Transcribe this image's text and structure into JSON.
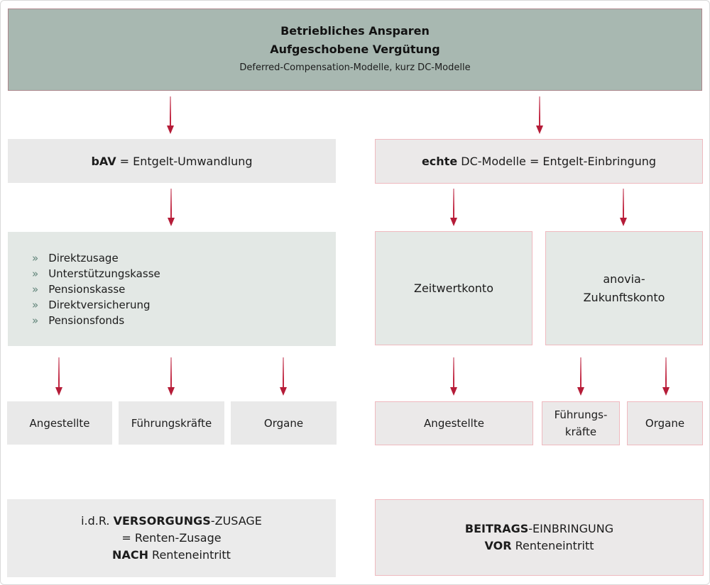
{
  "header": {
    "title_line1": "Betriebliches Ansparen",
    "title_line2": "Aufgeschobene Vergütung",
    "subtitle": "Deferred-Compensation-Modelle, kurz DC-Modelle"
  },
  "left_column": {
    "model_box": {
      "bold": "bAV",
      "rest": " = Entgelt-Umwandlung"
    },
    "products": {
      "bullet": "»",
      "items": [
        "Direktzusage",
        "Unterstützungskasse",
        "Pensionskasse",
        "Direktversicherung",
        "Pensionsfonds"
      ]
    },
    "audiences": [
      "Angestellte",
      "Führungskräfte",
      "Organe"
    ],
    "summary": {
      "line1_pre": "i.d.R. ",
      "line1_bold": "VERSORGUNGS",
      "line1_post": "-ZUSAGE",
      "line2": "= Renten-Zusage",
      "line3_bold": "NACH",
      "line3_post": " Renteneintritt"
    }
  },
  "right_column": {
    "model_box": {
      "bold": "echte",
      "rest": " DC-Modelle = Entgelt-Einbringung"
    },
    "accounts": [
      "Zeitwertkonto",
      "anovia-\nZukunftskonto"
    ],
    "audiences": [
      "Angestellte",
      "Führungs-\nkräfte",
      "Organe"
    ],
    "summary": {
      "line1_bold": "BEITRAGS",
      "line1_post": "-EINBRINGUNG",
      "line2_bold": "VOR",
      "line2_post": " Renteneintritt"
    }
  },
  "colors": {
    "header_bg": "#a8b8b1",
    "header_border": "#ad868b",
    "box_grey": "#e9e9e9",
    "box_green": "#e3e8e5",
    "pink_border": "#efb9bf",
    "arrow_red": "#bf1e3a",
    "bullet_green": "#5f8378",
    "text": "#1c1c1c",
    "page_border": "#d9d9d9"
  }
}
